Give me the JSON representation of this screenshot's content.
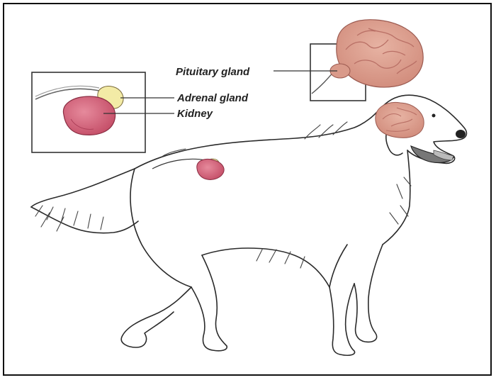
{
  "labels": {
    "pituitary": "Pituitary gland",
    "adrenal": "Adrenal gland",
    "kidney": "Kidney"
  },
  "colors": {
    "kidney": "#c9506a",
    "kidney_highlight": "#e68a9c",
    "adrenal": "#f3eba6",
    "brain": "#d99a8a",
    "brain_fold": "#b97066",
    "outline": "#2a2a2a"
  }
}
